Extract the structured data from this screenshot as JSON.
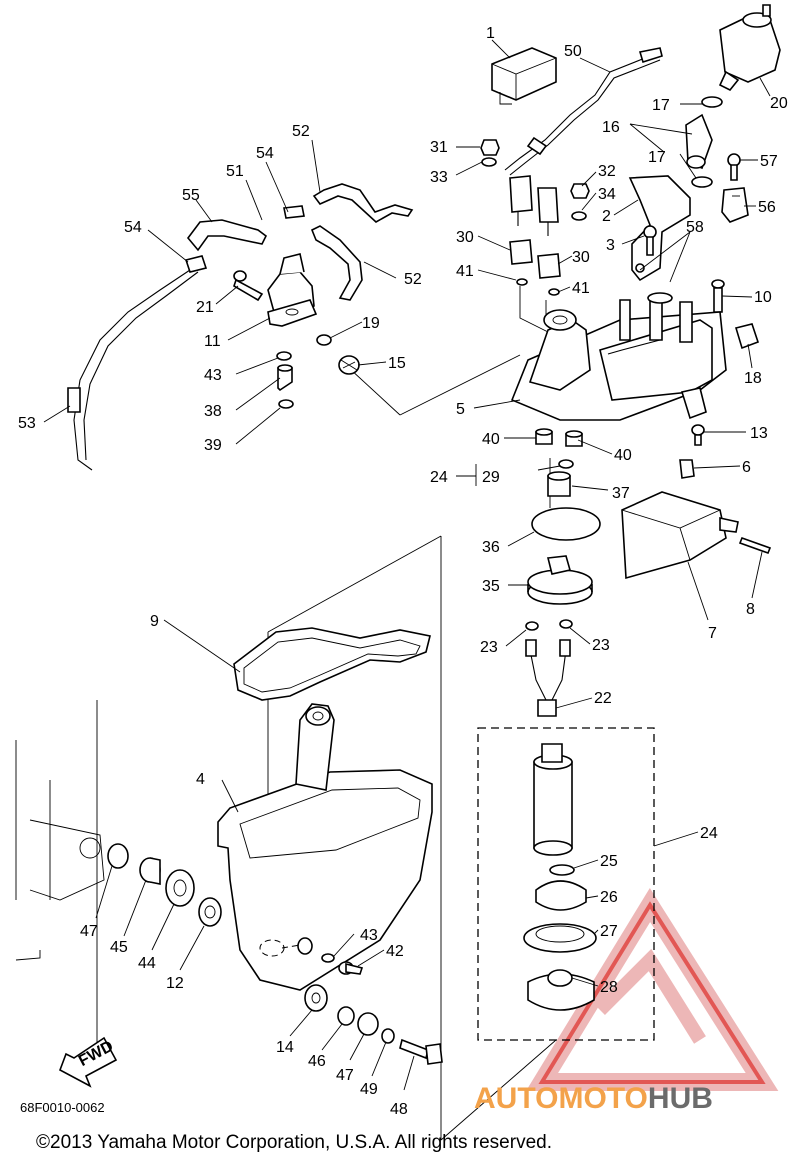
{
  "labels": [
    {
      "n": "1"
    },
    {
      "n": "50"
    },
    {
      "n": "20"
    },
    {
      "n": "17"
    },
    {
      "n": "16"
    },
    {
      "n": "17"
    },
    {
      "n": "57"
    },
    {
      "n": "56"
    },
    {
      "n": "31"
    },
    {
      "n": "33"
    },
    {
      "n": "32"
    },
    {
      "n": "34"
    },
    {
      "n": "2"
    },
    {
      "n": "58"
    },
    {
      "n": "3"
    },
    {
      "n": "30"
    },
    {
      "n": "30"
    },
    {
      "n": "41"
    },
    {
      "n": "41"
    },
    {
      "n": "10"
    },
    {
      "n": "18"
    },
    {
      "n": "52"
    },
    {
      "n": "54"
    },
    {
      "n": "51"
    },
    {
      "n": "55"
    },
    {
      "n": "54"
    },
    {
      "n": "52"
    },
    {
      "n": "21"
    },
    {
      "n": "19"
    },
    {
      "n": "11"
    },
    {
      "n": "15"
    },
    {
      "n": "43"
    },
    {
      "n": "38"
    },
    {
      "n": "39"
    },
    {
      "n": "53"
    },
    {
      "n": "5"
    },
    {
      "n": "13"
    },
    {
      "n": "40"
    },
    {
      "n": "40"
    },
    {
      "n": "6"
    },
    {
      "n": "24"
    },
    {
      "n": "29"
    },
    {
      "n": "37"
    },
    {
      "n": "36"
    },
    {
      "n": "35"
    },
    {
      "n": "7"
    },
    {
      "n": "8"
    },
    {
      "n": "9"
    },
    {
      "n": "23"
    },
    {
      "n": "23"
    },
    {
      "n": "22"
    },
    {
      "n": "4"
    },
    {
      "n": "24"
    },
    {
      "n": "25"
    },
    {
      "n": "26"
    },
    {
      "n": "27"
    },
    {
      "n": "28"
    },
    {
      "n": "47"
    },
    {
      "n": "45"
    },
    {
      "n": "44"
    },
    {
      "n": "12"
    },
    {
      "n": "43"
    },
    {
      "n": "42"
    },
    {
      "n": "14"
    },
    {
      "n": "46"
    },
    {
      "n": "47"
    },
    {
      "n": "49"
    },
    {
      "n": "48"
    }
  ],
  "fwd_label": "FWD",
  "diagram_code": "68F0010-0062",
  "copyright": "©2013 Yamaha Motor Corporation, U.S.A. All rights reserved.",
  "watermark": {
    "part1": "AUTOMOTO",
    "part2": "HUB"
  },
  "colors": {
    "watermark_orange": "#f3a24a",
    "watermark_gray": "#6b6b6b",
    "watermark_red": "#d9201b"
  }
}
